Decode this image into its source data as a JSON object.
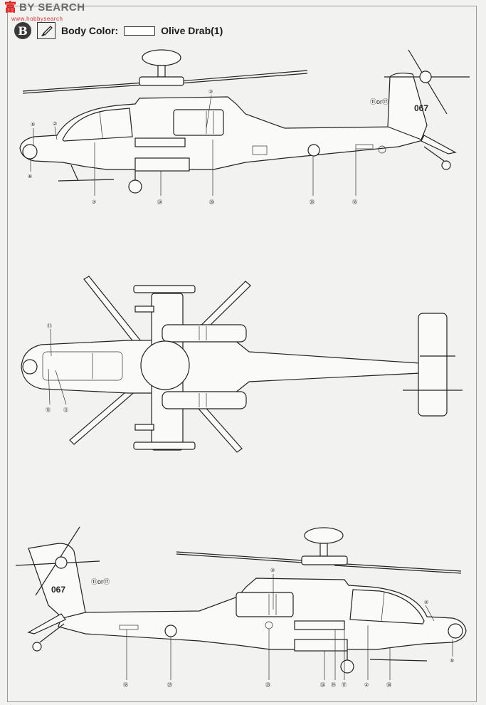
{
  "watermark": {
    "logo": "富",
    "text": "BY SEARCH",
    "sub": "www.hobbysearch"
  },
  "header": {
    "step": "B",
    "color_label": "Body Color:",
    "color_name": "Olive Drab(1)"
  },
  "colors": {
    "swatch": "#ffffff",
    "line": "#222222",
    "paper": "#f2f2f0"
  },
  "icons": [
    "paintbrush-icon"
  ],
  "side_view_top": {
    "tail_number": "067",
    "decal_or": "⑪or⑰",
    "callouts": [
      "⑤",
      "②",
      "⑥",
      "③",
      "⑦",
      "㉔",
      "⑳",
      "㉖",
      "⑱"
    ]
  },
  "top_view": {
    "callouts": [
      "⑪",
      "⑬",
      "⑫"
    ]
  },
  "side_view_bottom": {
    "tail_number": "067",
    "decal_or": "⑪or⑰",
    "callouts": [
      "③",
      "②",
      "⑤",
      "⑱",
      "㉕",
      "㉓",
      "㉔",
      "⑲",
      "⑰",
      "②",
      "㉞"
    ]
  }
}
